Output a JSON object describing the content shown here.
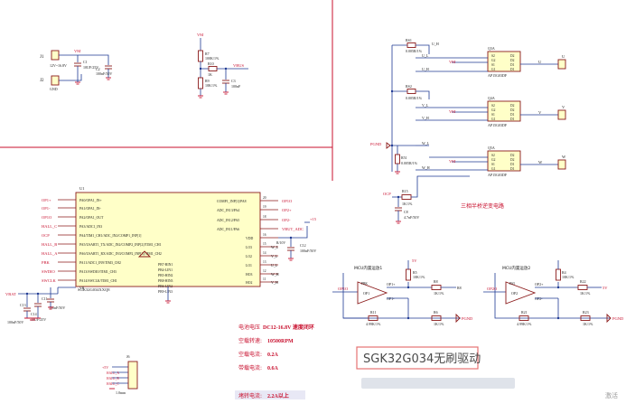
{
  "power": {
    "connector1": "J1",
    "connector2": "J2",
    "vin_range": "12V~16.8V",
    "gnd": "GND",
    "vm": "VM",
    "c1": "C1",
    "c1_val": "10UF/25V",
    "c2": "C2",
    "c2_val": "100nF/50V"
  },
  "divider": {
    "vm": "VM",
    "r7": "R7",
    "r7_val": "100K/1%",
    "r10": "R10",
    "r10_val": "1K",
    "net": "VBUS",
    "r9": "R9",
    "r9_val": "10K/1%",
    "c3": "C3",
    "c3_val": "100nF"
  },
  "bridge": {
    "title": "三相半桥逆变电路",
    "vm": "VM",
    "pgnd": "PGND",
    "r51": "R51",
    "r51_val": "0.005R/1%",
    "ocp": "OCP",
    "r15": "R15",
    "r15_val": "1K/1%",
    "c8": "C8",
    "c8_val": "4.7nF/50V",
    "phases": [
      {
        "gate_r": "RS1",
        "gate_r_val": "0.005R/1%",
        "hi": "U_H",
        "lo": "U_L",
        "out": "U",
        "q": "Q3A",
        "part": "AP15G03DF",
        "conn": "J3"
      },
      {
        "gate_r": "RS2",
        "gate_r_val": "0.005R/1%",
        "hi": "V_H",
        "lo": "V_L",
        "out": "V",
        "q": "Q4A",
        "part": "AP15G03DF",
        "conn": "J4"
      },
      {
        "gate_r": "RS3",
        "gate_r_val": "0.005R/1%",
        "hi": "W_H",
        "lo": "W_L",
        "out": "W",
        "q": "Q5A",
        "part": "AP15G03DF",
        "conn": "J5"
      }
    ],
    "mosfet_pins_left": [
      "S2",
      "G2",
      "S1",
      "G1"
    ],
    "mosfet_pins_right": [
      "D2",
      "D2",
      "D1",
      "D1"
    ]
  },
  "mcu": {
    "ref": "U1",
    "name": "SGK32G034XXQ8",
    "left_nets": [
      "OP1+",
      "OP1-",
      "OP1O",
      "HALL_C",
      "OCP",
      "HALL_B",
      "HALL_A",
      "PBK",
      "SWDIO",
      "SWCLK",
      "VBAT",
      ""
    ],
    "left_pins": [
      "PA0/OPA1_IN+",
      "PA1/OPA1_IN-",
      "PA2/OPA1_OUT",
      "PA3/ADC1_IN3",
      "PA4/TIM1_CH1/ADC_IN2/COMP1_INP[1]",
      "PA5/USART1_TX/ADC_IN2/COMP2_INP[2]/TIM1_CH1",
      "PA6/USART1_RX/ADC_IN3/COMP2_INP[3]/TIM1_CH2",
      "PA11/ADC1_IN9/TIM3_CH2",
      "PA13/SWDIO/TIM1_CH3",
      "PA14/SWCLK/TIM1_CH1",
      "VB",
      "VE"
    ],
    "right_pins": [
      "COMP1_INP[1]/PA8",
      "ADC_IN13/PA4",
      "ADC_IN12/PA5",
      "ADC_IN11/PA6",
      "VDD",
      "LO3",
      "LO2",
      "LO1",
      "HO3",
      "HO2",
      "HO1"
    ],
    "right_nums": [
      "20",
      "19",
      "18",
      "",
      "16",
      "15",
      "14",
      "13",
      "12",
      "11",
      "10"
    ],
    "right_nets": [
      "OP1O",
      "OP2+",
      "OP2-",
      "VBUT_ADC",
      "",
      "W_L",
      "V_L",
      "U_L",
      "W_H",
      "V_H",
      "U_H"
    ],
    "inner_pins": [
      "PB7-BIN1",
      "PB4-LIN1",
      "PB5-HIN2",
      "PB8-HIN3",
      "PB6-LIN2",
      "PB9-LIN3"
    ],
    "vbat": "VBAT",
    "cap_c11": "C11",
    "cap_c11_val": "100nF/50V",
    "cap_c14": "C14",
    "cap_c14_val": "10UF/25V",
    "cap_c13": "C13",
    "cap_c13_val": "100nF/50V",
    "r_vdd": "R/10V",
    "c_vdd": "C12",
    "c_vdd_val": "100nF/50V",
    "v15": "+15"
  },
  "opamp1": {
    "title": "MCU内置运放1",
    "in_label": "OP1O",
    "amp": "OP1",
    "plus": "OP1+",
    "minus": "OP1-",
    "r1": "R5",
    "r1_val": "10K/1%",
    "r2": "R8",
    "r2_val": "1K/1%",
    "r3": "R11",
    "r3_val": "4.99K/1%",
    "r4": "R6",
    "r4_val": "1K/1%",
    "vdd": "5V",
    "pgnd": "PGND",
    "pbk": "PBK"
  },
  "opamp2": {
    "title": "MCU内置运放2",
    "in_label": "OP2O",
    "amp": "OP2",
    "plus": "OP2+",
    "minus": "OP2-",
    "r1": "R4",
    "r1_val": "10K/1%",
    "r2": "R22",
    "r2_val": "1K/1%",
    "r3": "R21",
    "r3_val": "4.99K/1%",
    "r4": "R23",
    "r4_val": "1K/1%",
    "vdd": "5V",
    "pgnd": "PGND",
    "pa5": "PA5"
  },
  "sensor": {
    "v": "+5V",
    "conn": "J6",
    "pins": [
      "HALL_A",
      "HALL_B",
      "HALL_C"
    ],
    "part": "1.0mm"
  },
  "notes": {
    "lines": [
      {
        "label": "电池电压",
        "value": "DC12-16.8V 速度闭环"
      },
      {
        "label": "空载转速:",
        "value": "10500RPM"
      },
      {
        "label": "空载电流:",
        "value": "0.2A"
      },
      {
        "label": "带载电流:",
        "value": "0.6A"
      },
      {
        "label": "堵转电流:",
        "value": "2.2A以上"
      }
    ]
  },
  "title_banner": "SGK32G034无刷驱动",
  "watermark": "激活",
  "colors": {
    "wire": "#1f3a93",
    "accent": "#c8102e",
    "body": "#ffffc8",
    "outline": "#8b1a1a"
  }
}
